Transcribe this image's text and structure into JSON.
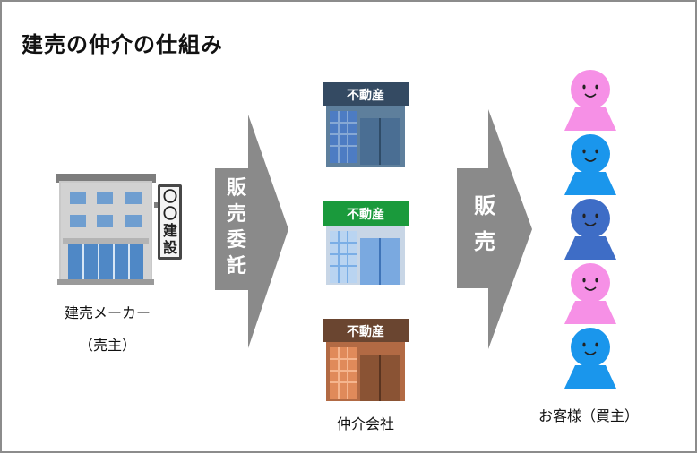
{
  "title": "建売の仲介の仕組み",
  "seller": {
    "sign_text": "〇〇建設",
    "label": "建売メーカー",
    "sublabel": "（売主）"
  },
  "arrow1": {
    "text": "販売委託"
  },
  "agencies": {
    "sign_text": "不動産",
    "label": "仲介会社",
    "items": [
      {
        "awning_color": "#344a62",
        "name": "agency-blue"
      },
      {
        "awning_color": "#1a9a3c",
        "name": "agency-green"
      },
      {
        "awning_color": "#6a4530",
        "name": "agency-brown"
      }
    ]
  },
  "arrow2": {
    "text": "販売"
  },
  "buyers": {
    "label": "お客様（買主）",
    "colors": [
      "#f690e6",
      "#1a96ec",
      "#3e6dc6",
      "#f690e6",
      "#1a96ec"
    ]
  },
  "colors": {
    "arrow": "#8a8a8a",
    "frame": "#8c8c8c"
  }
}
